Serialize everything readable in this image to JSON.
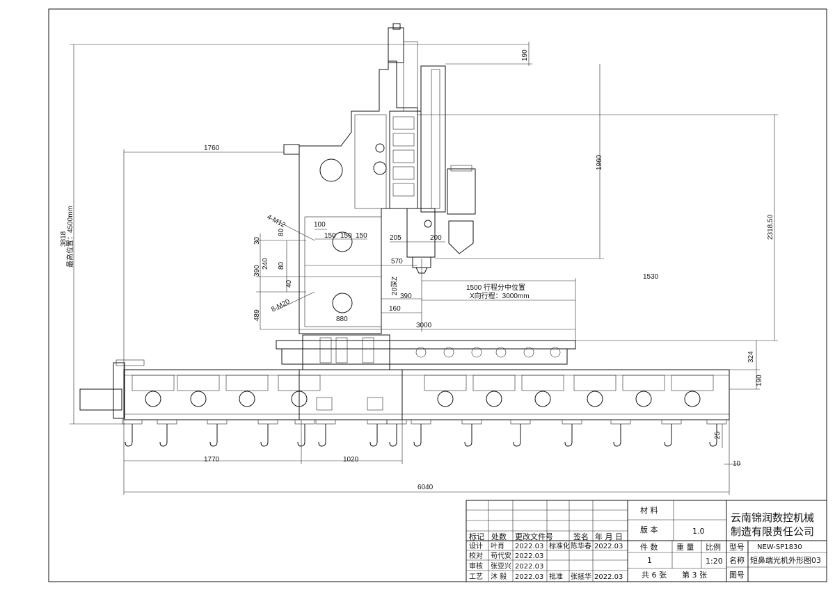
{
  "dimensions": {
    "top_190": "190",
    "height_1960": "1960",
    "height_2318": "2318.50",
    "height_3818": "3818",
    "max_height_label": "最高位置：4500mm",
    "width_1760": "1760",
    "m12_label": "4-M12",
    "m20_label": "8-M20",
    "d100": "100",
    "d150a": "150",
    "d150b": "150",
    "d150c": "150",
    "d30": "30",
    "d80a": "80",
    "d240": "240",
    "d80b": "80",
    "d390v": "390",
    "d40": "40",
    "d489": "489",
    "d205": "205",
    "d200": "200",
    "d570": "570",
    "d20z": "20深Z",
    "d390h": "390",
    "d160": "160",
    "d880": "880",
    "d1530": "1530",
    "stroke_mid": "1500 行程分中位置",
    "x_stroke": "X向行程：3000mm",
    "d3000": "3000",
    "d324": "324",
    "d190b": "190",
    "d25": "25",
    "d10": "10",
    "d1770": "1770",
    "d1020": "1020",
    "d6040": "6040"
  },
  "title_block": {
    "material_label": "材 料",
    "version_label": "版 本",
    "version_value": "1.0",
    "company_line1": "云南锦润数控机械",
    "company_line2": "制造有限责任公司",
    "revision_header": [
      "标记",
      "处数",
      "更改文件号",
      "签名",
      "年 月 日"
    ],
    "rows": [
      {
        "role1": "设计",
        "name1": "叶肖",
        "date1": "2022.03",
        "role2": "标准化",
        "name2": "陈华春",
        "date2": "2022.03"
      },
      {
        "role1": "校对",
        "name1": "苟代安",
        "date1": "2022.03",
        "role2": "",
        "name2": "",
        "date2": ""
      },
      {
        "role1": "审核",
        "name1": "张亚兴",
        "date1": "2022.03",
        "role2": "",
        "name2": "",
        "date2": ""
      },
      {
        "role1": "工艺",
        "name1": "沐 毅",
        "date1": "2022.03",
        "role2": "批准",
        "name2": "张拯华",
        "date2": "2022.03"
      }
    ],
    "qty_label": "件 数",
    "qty_value": "1",
    "weight_label": "重 量",
    "scale_label": "比例",
    "scale_value": "1:20",
    "sheets_text": "共 6 张",
    "sheet_no_text": "第 3 张",
    "model_label": "型号",
    "model_value": "NEW-SP1830",
    "name_label": "名称",
    "name_value": "短鼻端光机外形图03",
    "drawing_no_label": "图号"
  }
}
